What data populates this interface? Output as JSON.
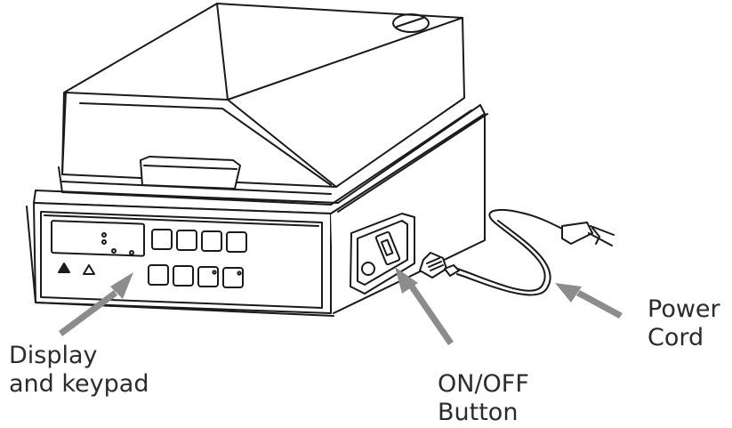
{
  "labels": {
    "display_keypad": {
      "line1": "Display",
      "line2": "and keypad"
    },
    "power_cord": {
      "line1": "Power",
      "line2": "Cord"
    },
    "on_off": {
      "line1": "ON/OFF",
      "line2": "Button"
    }
  },
  "colors": {
    "line": "#1a1a1a",
    "arrow": "#8c8c8c",
    "text": "#2b2b2b"
  }
}
